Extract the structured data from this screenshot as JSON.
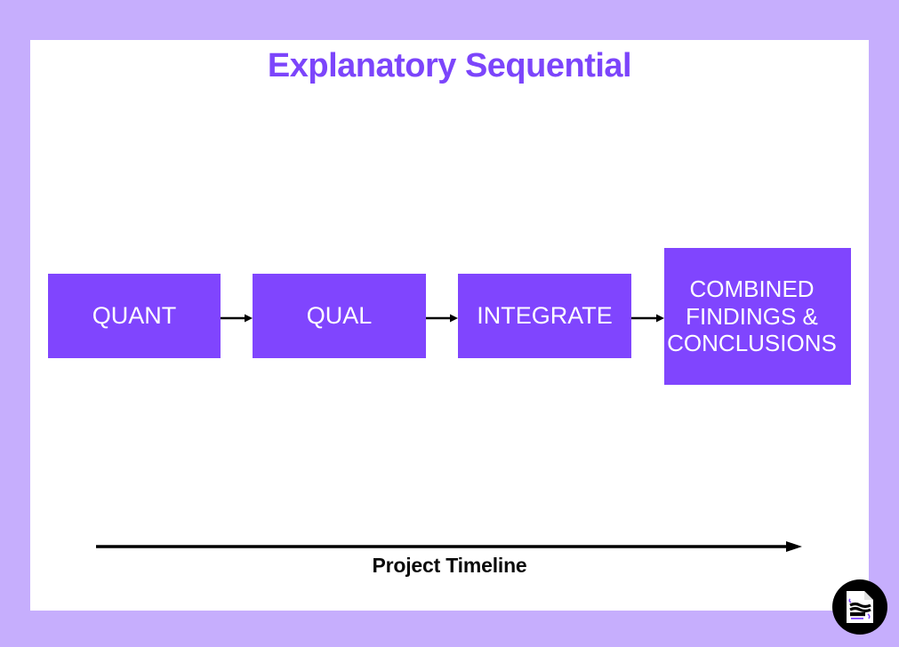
{
  "colors": {
    "page_background": "#c6aefd",
    "canvas_background": "#ffffff",
    "box_fill": "#8045fe",
    "title_text": "#7c45fb",
    "box_text": "#ffffff",
    "arrow": "#000000",
    "badge_background": "#000000"
  },
  "diagram": {
    "title": "Explanatory Sequential",
    "type": "horizontal-flow",
    "stages": [
      {
        "id": "quant",
        "label": "QUANT"
      },
      {
        "id": "qual",
        "label": "QUAL"
      },
      {
        "id": "integrate",
        "label": "INTEGRATE"
      },
      {
        "id": "combined",
        "label": "COMBINED\nFINDINGS &\nCONCLUSIONS"
      }
    ],
    "connectors": [
      {
        "from": "quant",
        "to": "qual",
        "style": "arrow-right"
      },
      {
        "from": "qual",
        "to": "integrate",
        "style": "arrow-right"
      },
      {
        "from": "integrate",
        "to": "combined",
        "style": "arrow-right"
      }
    ],
    "timeline": {
      "label": "Project Timeline",
      "direction": "left-to-right"
    }
  },
  "badge": {
    "icon": "document-icon"
  }
}
